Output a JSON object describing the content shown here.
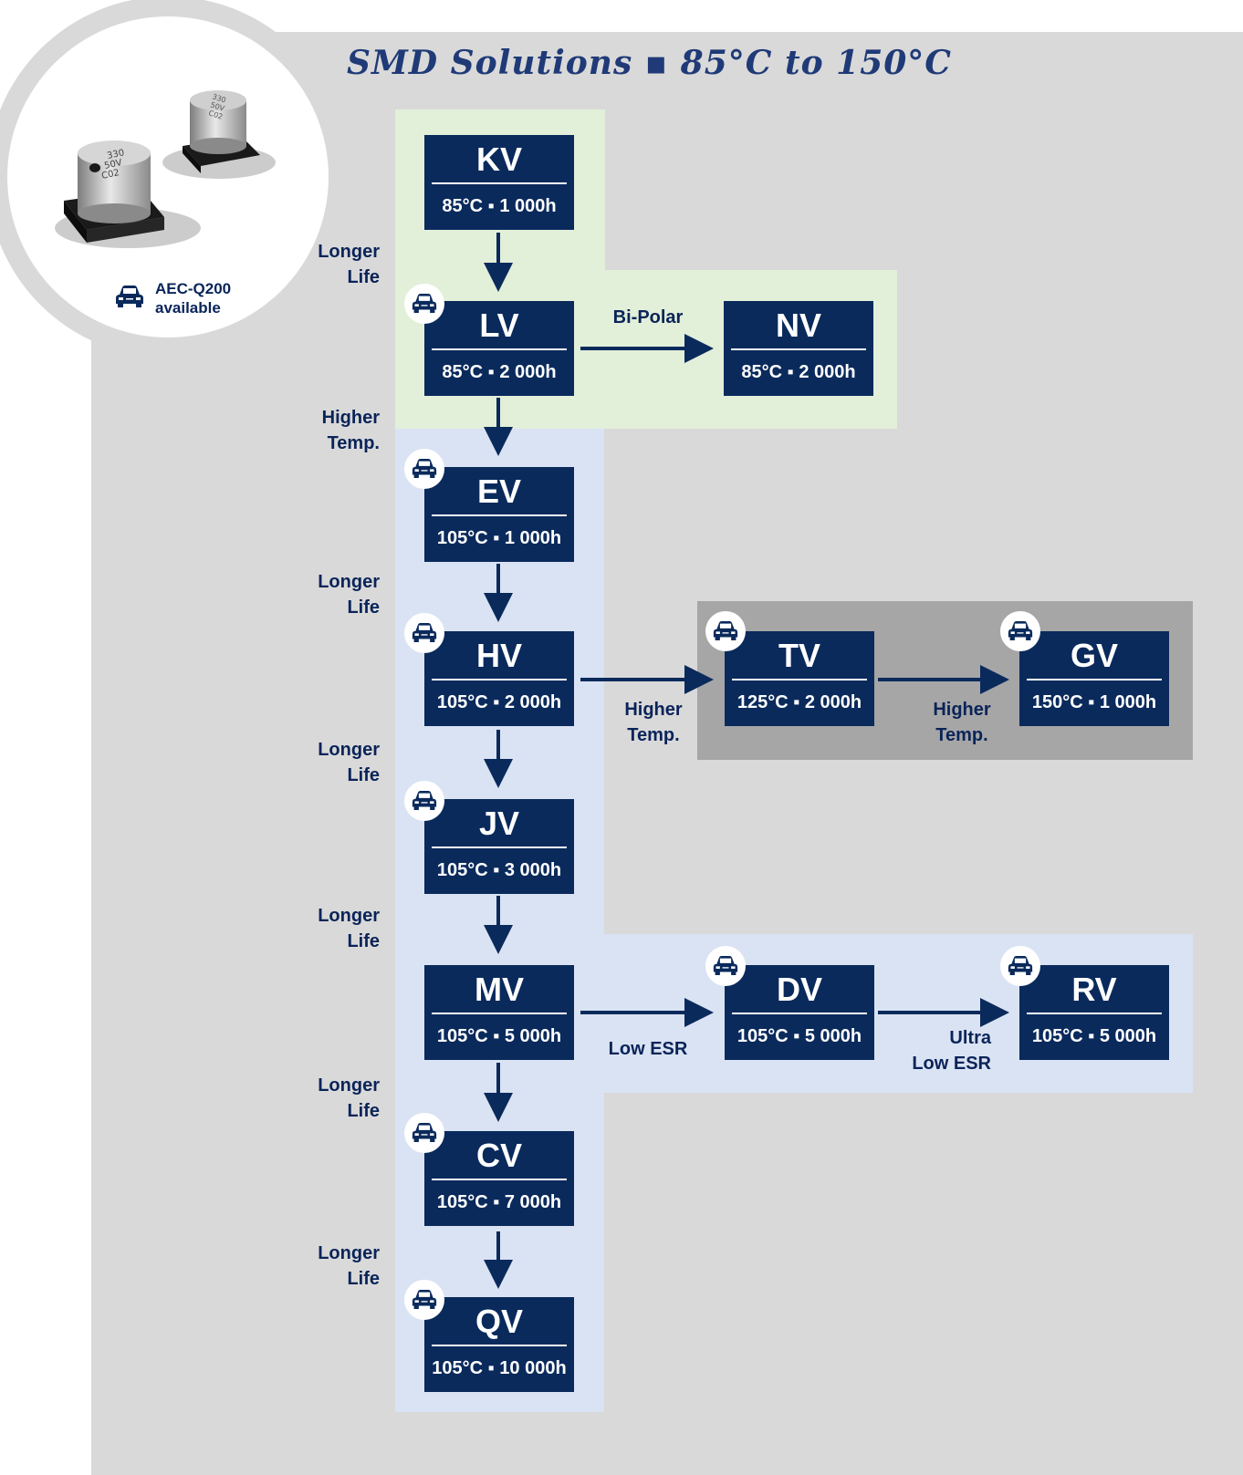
{
  "title": "SMD Solutions ▪ 85°C to 150°C",
  "legend": {
    "icon": "car-icon",
    "line1": "AEC-Q200",
    "line2": "available"
  },
  "capacitors": [
    {
      "print1": "330",
      "print2": "50V",
      "print3": "C02"
    },
    {
      "print1": "330",
      "print2": "50V",
      "print3": "C02"
    }
  ],
  "series": {
    "KV": {
      "name": "KV",
      "spec": "85°C ▪ 1 000h",
      "aec_q200": false
    },
    "LV": {
      "name": "LV",
      "spec": "85°C ▪ 2 000h",
      "aec_q200": true
    },
    "NV": {
      "name": "NV",
      "spec": "85°C ▪ 2 000h",
      "aec_q200": false
    },
    "EV": {
      "name": "EV",
      "spec": "105°C ▪ 1 000h",
      "aec_q200": true
    },
    "HV": {
      "name": "HV",
      "spec": "105°C ▪ 2 000h",
      "aec_q200": true
    },
    "TV": {
      "name": "TV",
      "spec": "125°C ▪ 2 000h",
      "aec_q200": true
    },
    "GV": {
      "name": "GV",
      "spec": "150°C ▪ 1 000h",
      "aec_q200": true
    },
    "JV": {
      "name": "JV",
      "spec": "105°C ▪ 3 000h",
      "aec_q200": true
    },
    "MV": {
      "name": "MV",
      "spec": "105°C ▪ 5 000h",
      "aec_q200": false
    },
    "DV": {
      "name": "DV",
      "spec": "105°C ▪ 5 000h",
      "aec_q200": true
    },
    "RV": {
      "name": "RV",
      "spec": "105°C ▪ 5 000h",
      "aec_q200": true
    },
    "CV": {
      "name": "CV",
      "spec": "105°C ▪ 7 000h",
      "aec_q200": true
    },
    "QV": {
      "name": "QV",
      "spec": "105°C ▪ 10 000h",
      "aec_q200": true
    }
  },
  "edges": [
    {
      "from": "KV",
      "to": "LV",
      "label1": "Longer",
      "label2": "Life"
    },
    {
      "from": "LV",
      "to": "NV",
      "label1": "Bi-Polar",
      "label2": ""
    },
    {
      "from": "LV",
      "to": "EV",
      "label1": "Higher",
      "label2": "Temp."
    },
    {
      "from": "EV",
      "to": "HV",
      "label1": "Longer",
      "label2": "Life"
    },
    {
      "from": "HV",
      "to": "TV",
      "label1": "Higher",
      "label2": "Temp."
    },
    {
      "from": "TV",
      "to": "GV",
      "label1": "Higher",
      "label2": "Temp."
    },
    {
      "from": "HV",
      "to": "JV",
      "label1": "Longer",
      "label2": "Life"
    },
    {
      "from": "JV",
      "to": "MV",
      "label1": "Longer",
      "label2": "Life"
    },
    {
      "from": "MV",
      "to": "DV",
      "label1": "Low ESR",
      "label2": ""
    },
    {
      "from": "DV",
      "to": "RV",
      "label1": "Ultra",
      "label2": "Low ESR"
    },
    {
      "from": "MV",
      "to": "CV",
      "label1": "Longer",
      "label2": "Life"
    },
    {
      "from": "CV",
      "to": "QV",
      "label1": "Longer",
      "label2": "Life"
    }
  ],
  "colors": {
    "box": "#0a2a5c",
    "text": "#0a2459",
    "panel": "#d9d9d9",
    "region_85c": "#e2efd9",
    "region_105c": "#dae3f3",
    "region_high_temp": "#a6a6a6"
  }
}
